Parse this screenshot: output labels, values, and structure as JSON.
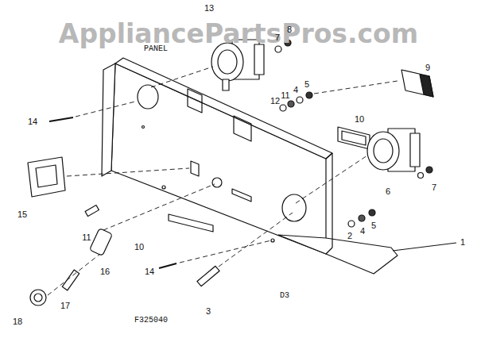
{
  "diagram": {
    "labels": [
      "AppliancePartsPros.com",
      "13",
      "7",
      "8",
      "PANEL",
      "9",
      "14",
      "12",
      "11",
      "4",
      "5",
      "10",
      "6",
      "7",
      "2",
      "4",
      "5",
      "15",
      "11",
      "10",
      "16",
      "14",
      "1",
      "17",
      "18",
      "3",
      "D3",
      "F325040"
    ]
  }
}
